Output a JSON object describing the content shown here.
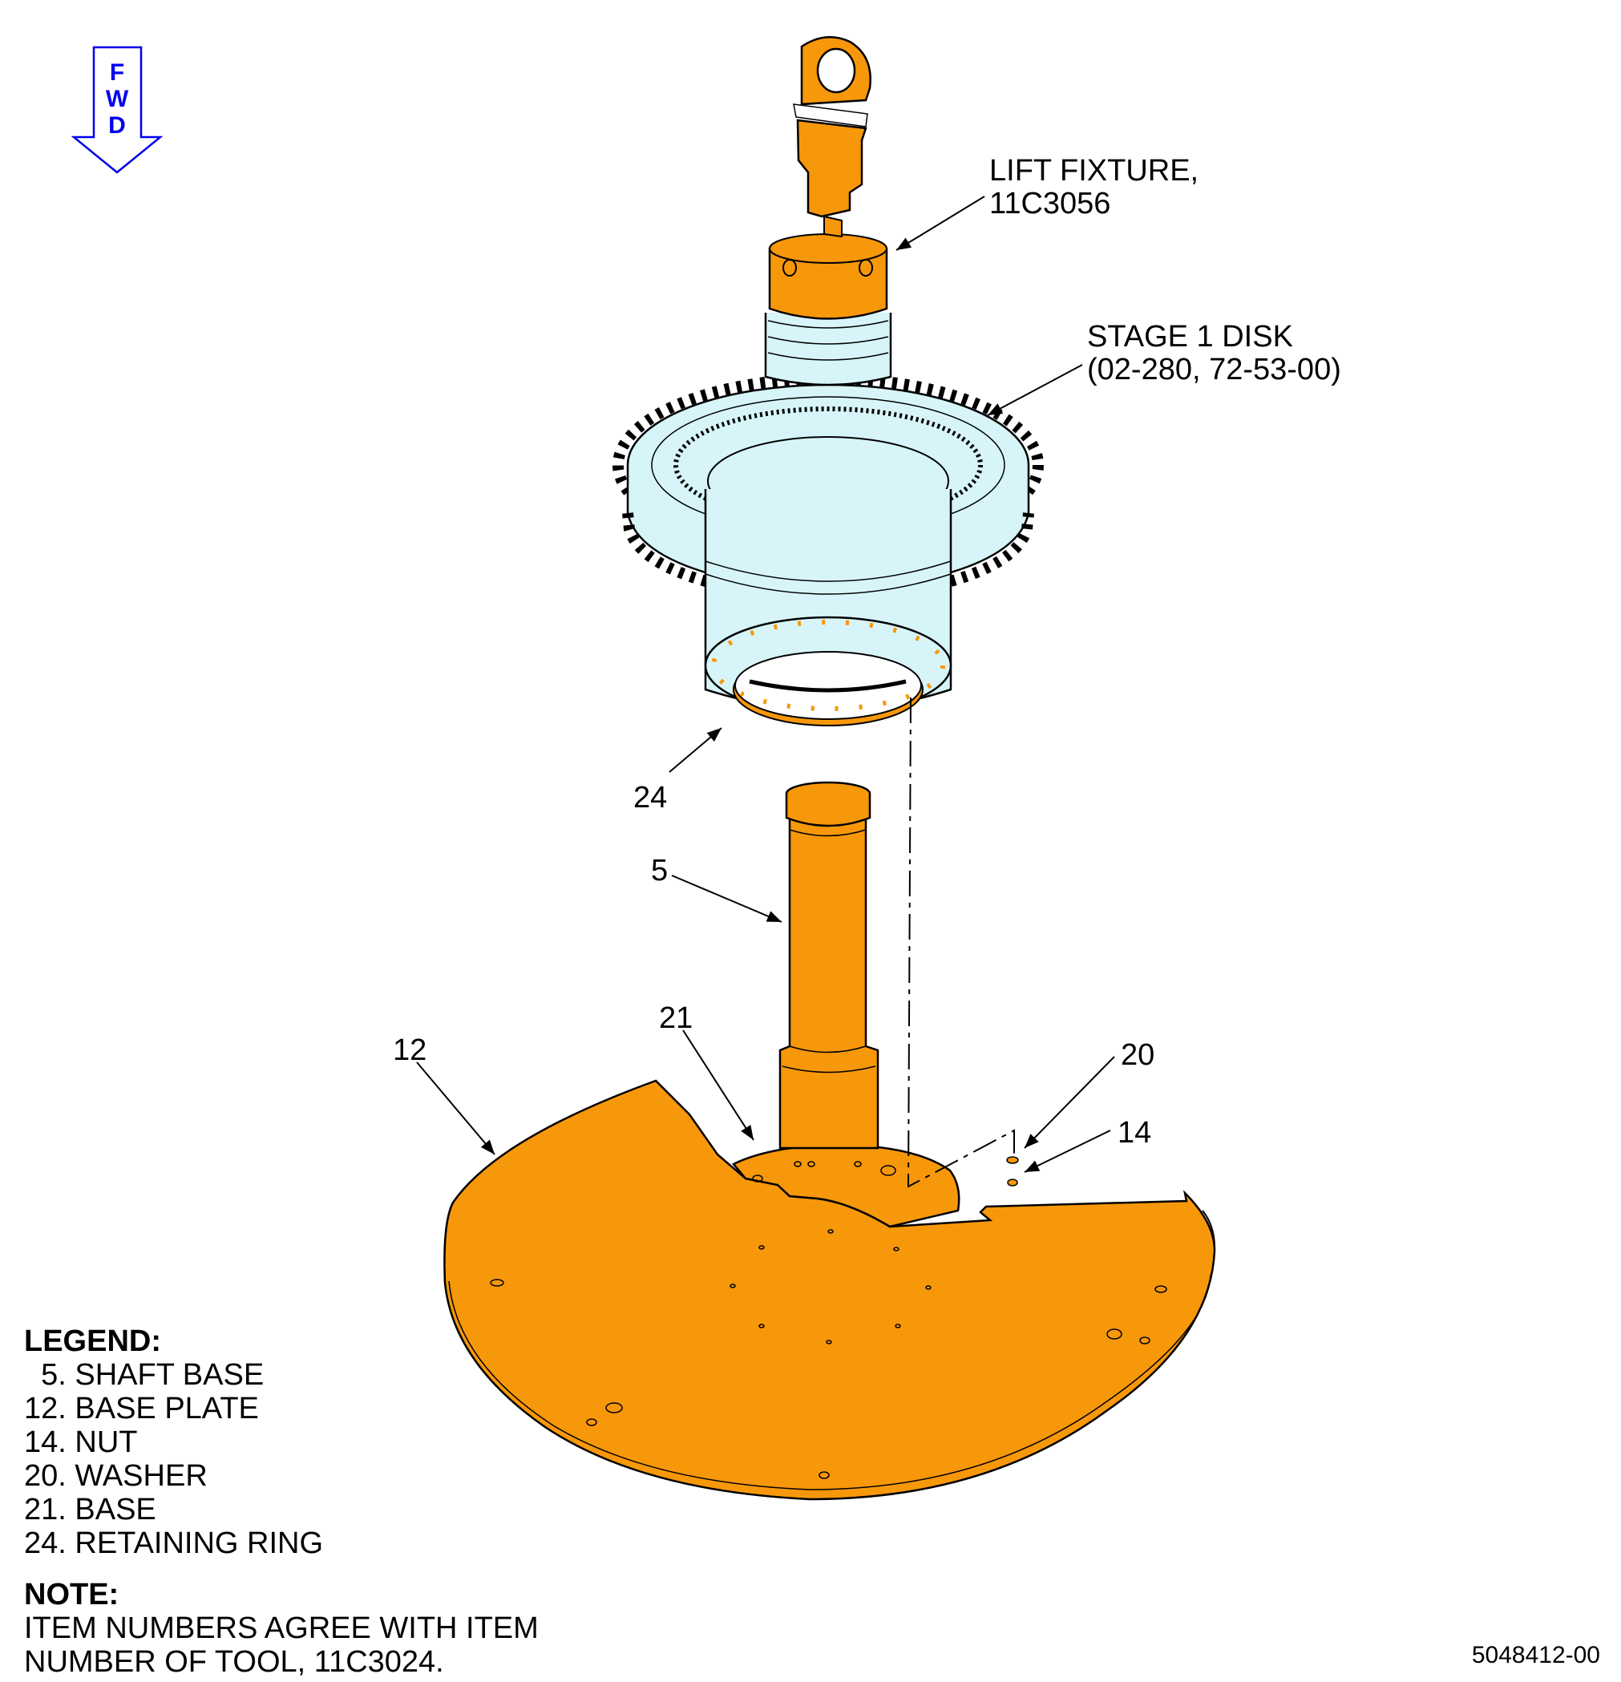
{
  "fwd": {
    "letters": [
      "F",
      "W",
      "D"
    ]
  },
  "callouts": {
    "lift_fixture": {
      "line1": "LIFT FIXTURE,",
      "line2": "11C3056"
    },
    "stage1_disk": {
      "line1": "STAGE 1 DISK",
      "line2": "(02-280, 72-53-00)"
    },
    "item_24": "24",
    "item_5": "5",
    "item_21": "21",
    "item_12": "12",
    "item_20": "20",
    "item_14": "14"
  },
  "legend": {
    "title": "LEGEND:",
    "items": [
      "  5. SHAFT BASE",
      "12. BASE PLATE",
      "14. NUT",
      "20. WASHER",
      "21. BASE",
      "24. RETAINING RING"
    ]
  },
  "note": {
    "title": "NOTE:",
    "lines": [
      "ITEM NUMBERS AGREE WITH ITEM",
      "NUMBER OF TOOL, 11C3024."
    ]
  },
  "figure_id": "5048412-00",
  "colors": {
    "tool_orange": "#f7970a",
    "part_cyan": "#d7f5f9",
    "fwd_blue": "#0000ee"
  }
}
